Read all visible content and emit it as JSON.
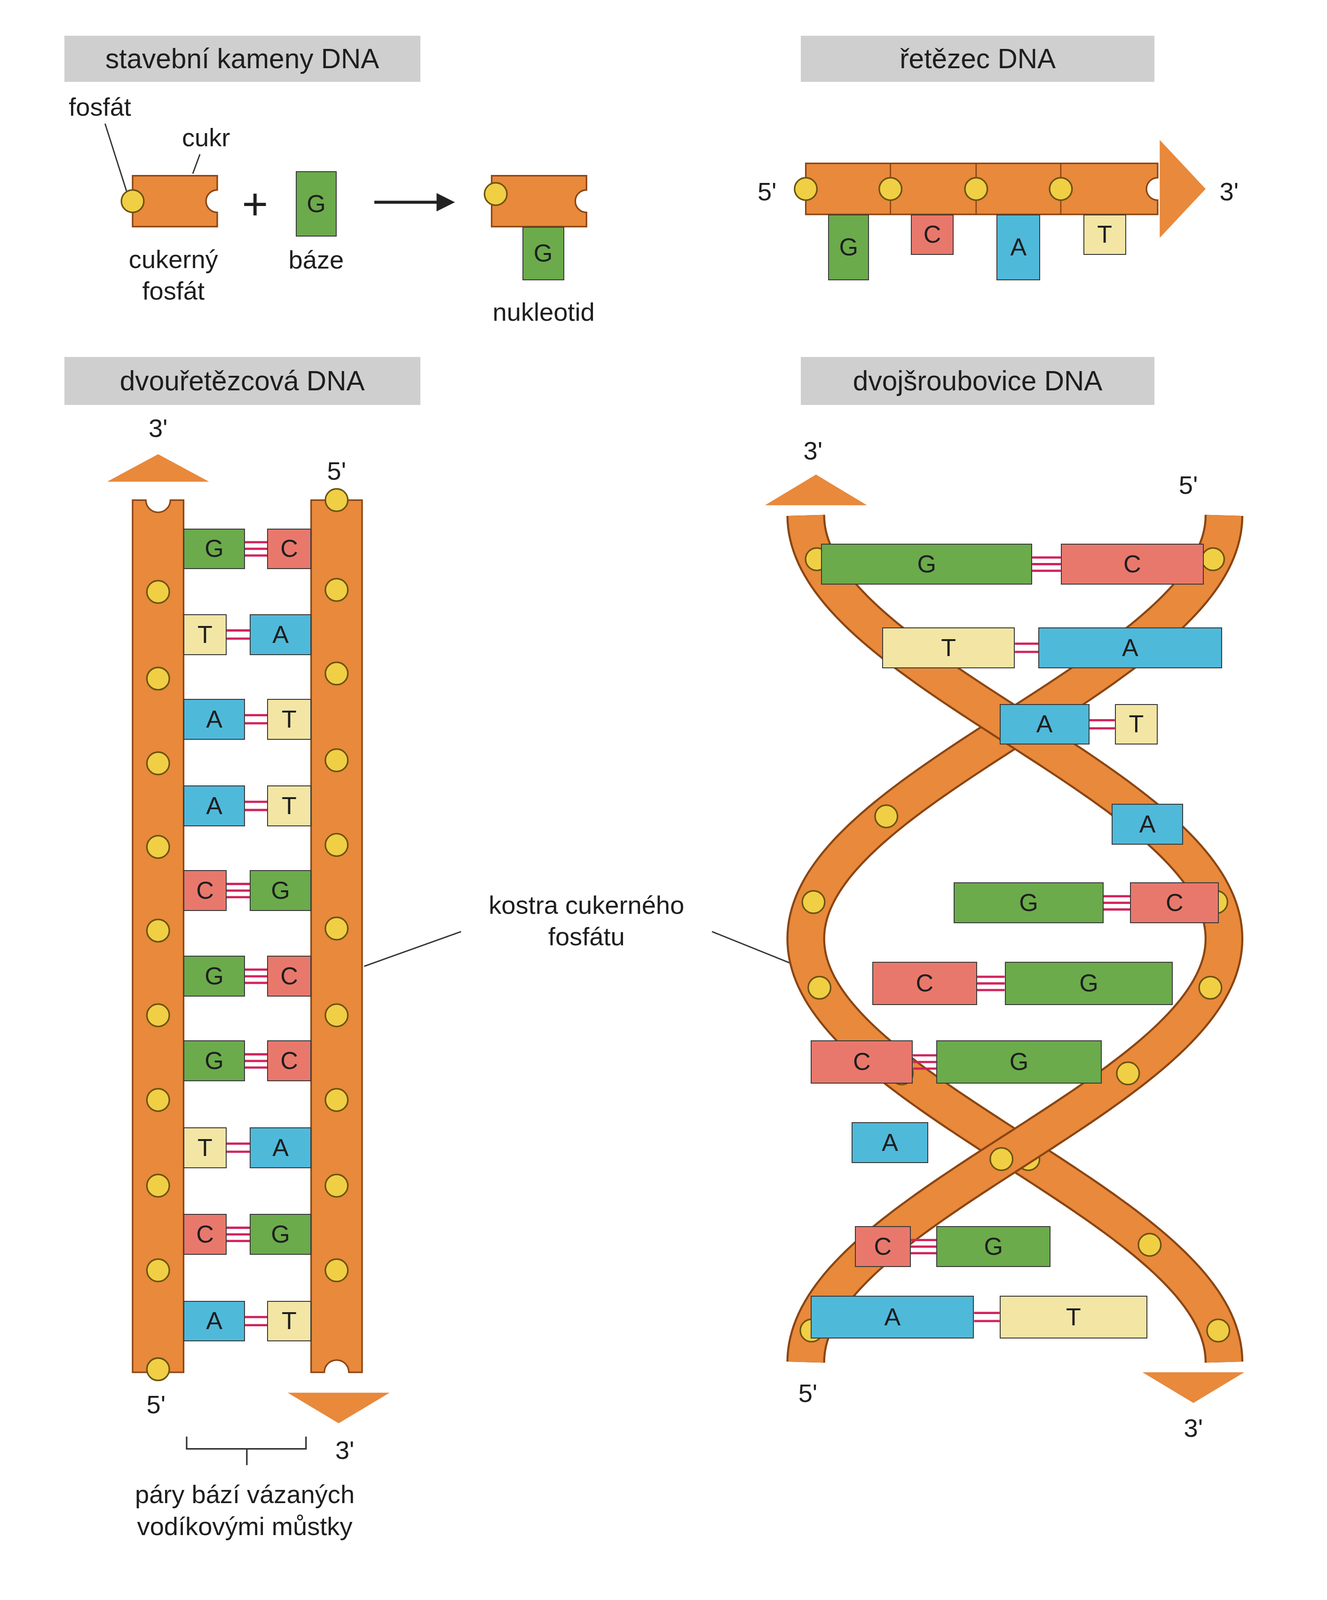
{
  "diagram": {
    "nodes": [
      {
        "text": [
          "stavební kameny DNA"
        ]
      },
      {
        "text": [
          "řetězec DNA"
        ]
      },
      {
        "text": [
          "G"
        ]
      },
      {
        "text": [
          "G"
        ]
      },
      {
        "text": [
          "G"
        ]
      },
      {
        "text": [
          "C"
        ]
      },
      {
        "text": [
          "A"
        ]
      },
      {
        "text": [
          "T"
        ]
      },
      {
        "text": [
          "dvouřetězcová DNA"
        ]
      },
      {
        "text": [
          "dvojšroubovice DNA"
        ]
      },
      {
        "text": [
          "G"
        ]
      },
      {
        "text": [
          "C"
        ]
      },
      {
        "text": [
          "T"
        ]
      },
      {
        "text": [
          "A"
        ]
      },
      {
        "text": [
          "A"
        ]
      },
      {
        "text": [
          "T"
        ]
      },
      {
        "text": [
          "A"
        ]
      },
      {
        "text": [
          "T"
        ]
      },
      {
        "text": [
          "C"
        ]
      },
      {
        "text": [
          "G"
        ]
      },
      {
        "text": [
          "G"
        ]
      },
      {
        "text": [
          "C"
        ]
      },
      {
        "text": [
          "G"
        ]
      },
      {
        "text": [
          "C"
        ]
      },
      {
        "text": [
          "T"
        ]
      },
      {
        "text": [
          "A"
        ]
      },
      {
        "text": [
          "C"
        ]
      },
      {
        "text": [
          "G"
        ]
      },
      {
        "text": [
          "A"
        ]
      },
      {
        "text": [
          "T"
        ]
      },
      {
        "text": [
          "G"
        ]
      },
      {
        "text": [
          "C"
        ]
      },
      {
        "text": [
          "T"
        ]
      },
      {
        "text": [
          "A"
        ]
      },
      {
        "text": [
          "A"
        ]
      },
      {
        "text": [
          "T"
        ]
      },
      {
        "text": [
          "A"
        ]
      },
      {
        "text": [
          "G"
        ]
      },
      {
        "text": [
          "C"
        ]
      },
      {
        "text": [
          "C"
        ]
      },
      {
        "text": [
          "G"
        ]
      },
      {
        "text": [
          "C"
        ]
      },
      {
        "text": [
          "G"
        ]
      },
      {
        "text": [
          "A"
        ]
      },
      {
        "text": [
          "C"
        ]
      },
      {
        "text": [
          "G"
        ]
      },
      {
        "text": [
          "A"
        ]
      },
      {
        "text": [
          "T"
        ]
      }
    ],
    "edges": [
      {
        "from": 10,
        "to": 11,
        "arrow": "none"
      },
      {
        "from": 12,
        "to": 13,
        "arrow": "none"
      },
      {
        "from": 14,
        "to": 15,
        "arrow": "none"
      },
      {
        "from": 16,
        "to": 17,
        "arrow": "none"
      },
      {
        "from": 18,
        "to": 19,
        "arrow": "none"
      },
      {
        "from": 20,
        "to": 21,
        "arrow": "none"
      },
      {
        "from": 22,
        "to": 23,
        "arrow": "none"
      },
      {
        "from": 24,
        "to": 25,
        "arrow": "none"
      },
      {
        "from": 26,
        "to": 27,
        "arrow": "none"
      },
      {
        "from": 28,
        "to": 29,
        "arrow": "none"
      },
      {
        "from": 30,
        "to": 31,
        "arrow": "none"
      },
      {
        "from": 32,
        "to": 33,
        "arrow": "none"
      },
      {
        "from": 34,
        "to": 35,
        "arrow": "none"
      },
      {
        "from": 37,
        "to": 38,
        "arrow": "none"
      },
      {
        "from": 39,
        "to": 40,
        "arrow": "none"
      },
      {
        "from": 41,
        "to": 42,
        "arrow": "none"
      },
      {
        "from": 44,
        "to": 45,
        "arrow": "none"
      },
      {
        "from": 46,
        "to": 47,
        "arrow": "none"
      }
    ],
    "labels": [
      "fosfát",
      "cukr",
      "+",
      "cukerný fosfát",
      "báze",
      "nukleotid",
      "5'",
      "3'",
      "3'",
      "5'",
      "5'",
      "3'",
      "kostra cukerného fosfátu",
      "3'",
      "5'",
      "5'",
      "3'",
      "páry bází vázaných vodíkovými můstky"
    ]
  }
}
